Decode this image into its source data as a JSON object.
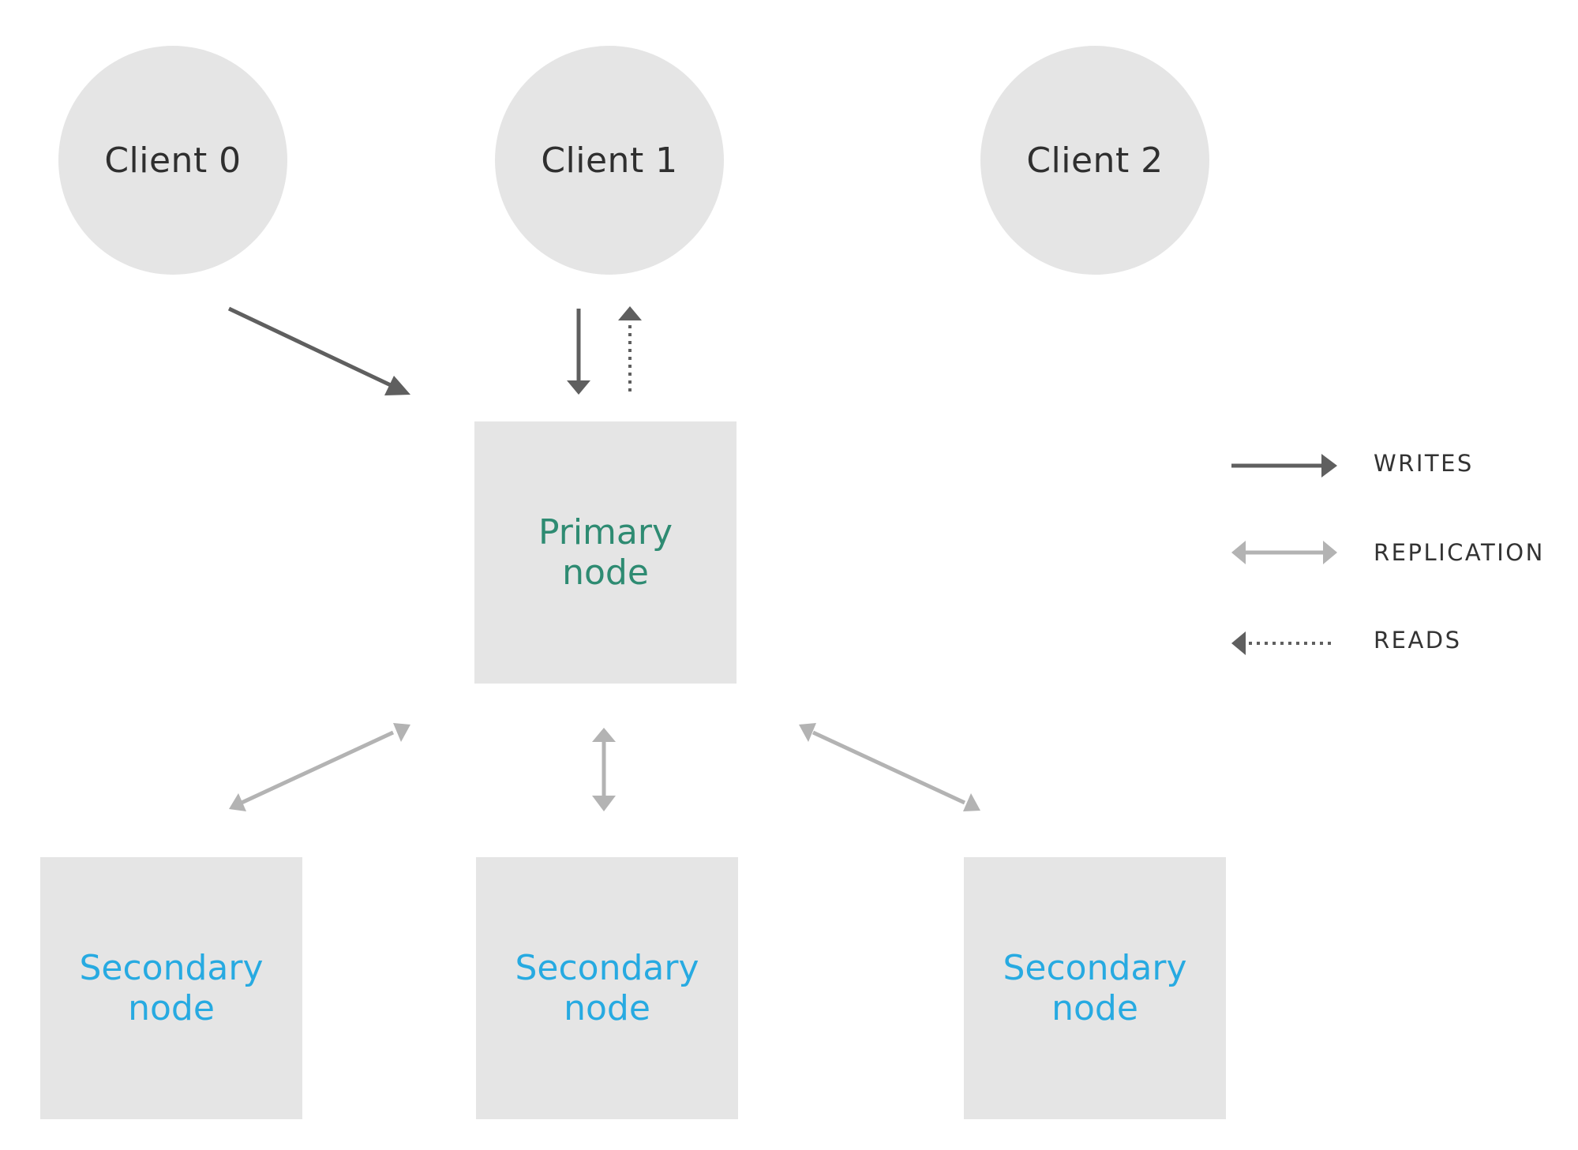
{
  "clients": [
    {
      "label": "Client 0"
    },
    {
      "label": "Client 1"
    },
    {
      "label": "Client 2"
    }
  ],
  "primary": {
    "label": "Primary node"
  },
  "secondaries": [
    {
      "label": "Secondary node"
    },
    {
      "label": "Secondary node"
    },
    {
      "label": "Secondary node"
    }
  ],
  "legend": {
    "writes": "WRITES",
    "replication": "REPLICATION",
    "reads": "READS"
  },
  "colors": {
    "node_fill": "#e5e5e5",
    "primary_text": "#2e8b72",
    "secondary_text": "#27aae1",
    "write_arrow": "#5f5f5f",
    "replication_arrow": "#b3b3b3",
    "read_arrow": "#5f5f5f"
  }
}
